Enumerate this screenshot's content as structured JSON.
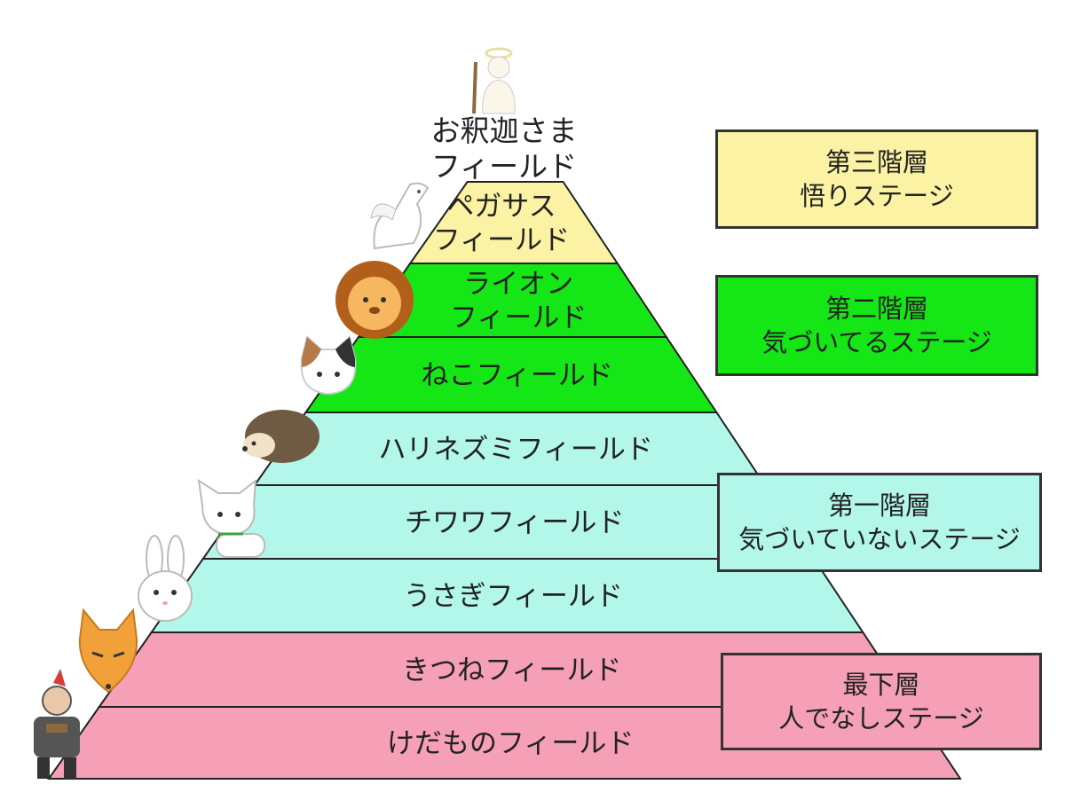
{
  "colors": {
    "yellow": "#fbf3a3",
    "green": "#15e615",
    "cyan": "#b2f7ea",
    "pink": "#f5a0b7",
    "line": "#222222"
  },
  "top_field": {
    "line1": "お釈迦さま",
    "line2": "フィールド"
  },
  "tiers": [
    {
      "label": [
        "ペガサス",
        "フィールド"
      ],
      "color": "yellow",
      "icon": "pegasus-icon"
    },
    {
      "label": [
        "ライオン",
        "フィールド"
      ],
      "color": "green",
      "icon": "lion-icon"
    },
    {
      "label": [
        "ねこフィールド"
      ],
      "color": "green",
      "icon": "cat-icon"
    },
    {
      "label": [
        "ハリネズミフィールド"
      ],
      "color": "cyan",
      "icon": "hedgehog-icon"
    },
    {
      "label": [
        "チワワフィールド"
      ],
      "color": "cyan",
      "icon": "chihuahua-icon"
    },
    {
      "label": [
        "うさぎフィールド"
      ],
      "color": "cyan",
      "icon": "rabbit-icon"
    },
    {
      "label": [
        "きつねフィールド"
      ],
      "color": "pink",
      "icon": "fox-icon"
    },
    {
      "label": [
        "けだものフィールド"
      ],
      "color": "pink",
      "icon": "beast-icon"
    }
  ],
  "stages": [
    {
      "line1": "第三階層",
      "line2": "悟りステージ",
      "color": "yellow"
    },
    {
      "line1": "第二階層",
      "line2": "気づいてるステージ",
      "color": "green"
    },
    {
      "line1": "第一階層",
      "line2": "気づいていないステージ",
      "color": "cyan"
    },
    {
      "line1": "最下層",
      "line2": "人でなしステージ",
      "color": "pink"
    }
  ]
}
